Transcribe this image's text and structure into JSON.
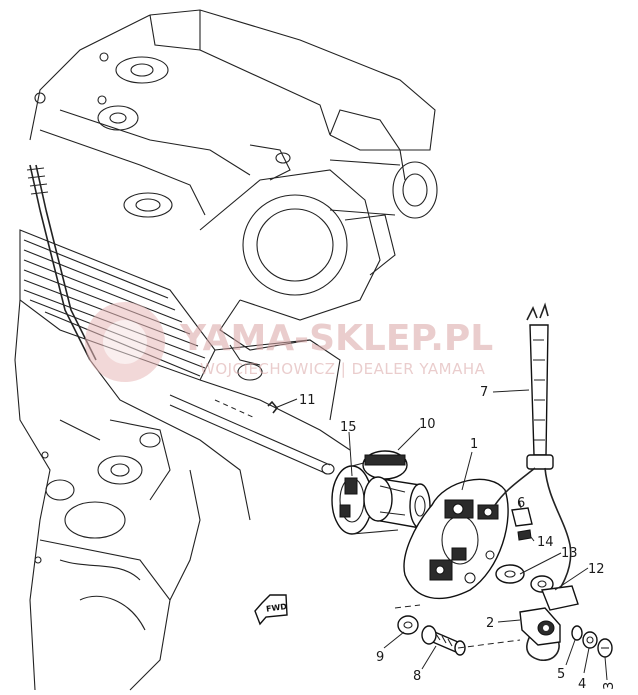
{
  "watermark": {
    "line1": "YAMA-SKLEP.PL",
    "line2": "WOJCIECHOWICZ | DEALER YAMAHA",
    "color": "#d9a5a5"
  },
  "fwd_label": "FWD",
  "callouts": [
    {
      "num": "1"
    },
    {
      "num": "2"
    },
    {
      "num": "3"
    },
    {
      "num": "4"
    },
    {
      "num": "5"
    },
    {
      "num": "6"
    },
    {
      "num": "7"
    },
    {
      "num": "8"
    },
    {
      "num": "9"
    },
    {
      "num": "10"
    },
    {
      "num": "11"
    },
    {
      "num": "12"
    },
    {
      "num": "13"
    },
    {
      "num": "14"
    },
    {
      "num": "15"
    }
  ]
}
